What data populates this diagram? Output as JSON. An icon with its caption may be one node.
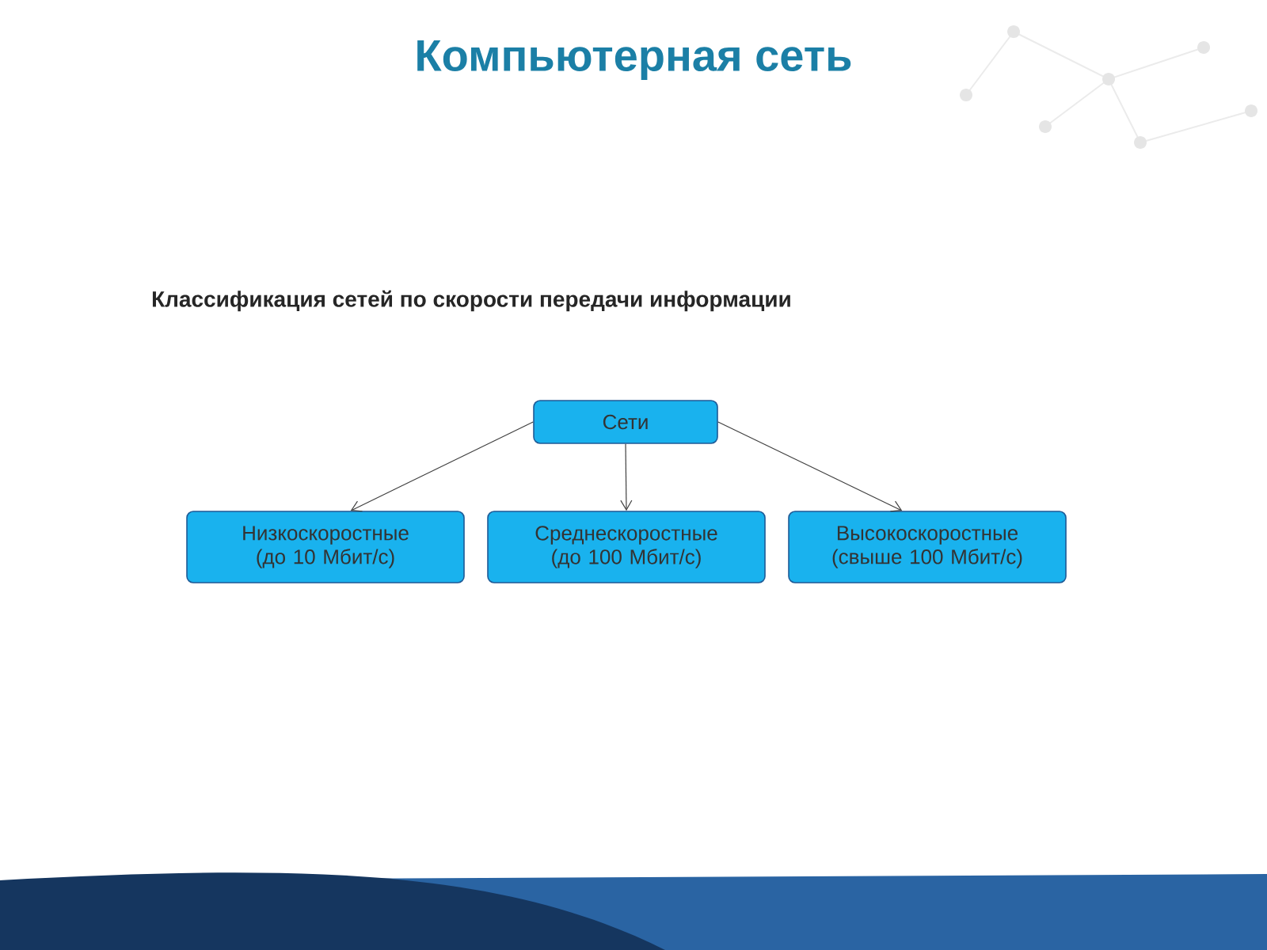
{
  "diagram": {
    "title": "Компьютерная сеть",
    "nodes": [
      {
        "text": [
          "Сети"
        ]
      },
      {
        "text": [
          "Низкоскоростные (до 10 Мбит/с)"
        ]
      },
      {
        "text": [
          "Среднескоростные (до 100 Мбит/с)"
        ]
      },
      {
        "text": [
          "Высокоскоростные (свыше 100 Мбит/с)"
        ]
      }
    ],
    "edges": [
      {
        "from": 0,
        "to": 1,
        "arrow": "to"
      },
      {
        "from": 0,
        "to": 2,
        "arrow": "to"
      },
      {
        "from": 0,
        "to": 3,
        "arrow": "to"
      }
    ],
    "labels": [
      "Классификация сетей по скорости передачи информации"
    ]
  }
}
